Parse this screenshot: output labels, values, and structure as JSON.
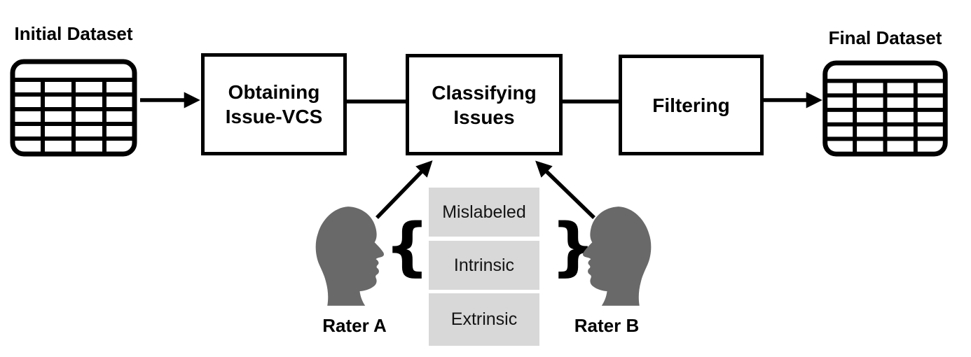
{
  "colors": {
    "line": "#000000",
    "head-gray": "#696969",
    "category-bg": "#d8d8d8",
    "background": "#ffffff"
  },
  "datasets": {
    "initial_label": "Initial Dataset",
    "final_label": "Final Dataset"
  },
  "steps": [
    {
      "lines": [
        "Obtaining",
        "Issue-VCS"
      ]
    },
    {
      "lines": [
        "Classifying",
        "Issues"
      ]
    },
    {
      "lines": [
        "Filtering"
      ]
    }
  ],
  "categories": [
    "Mislabeled",
    "Intrinsic",
    "Extrinsic"
  ],
  "raters": {
    "left_label": "Rater A",
    "right_label": "Rater B"
  },
  "braces": {
    "left": "{",
    "right": "}"
  },
  "icons": {
    "dataset": "table-icon",
    "rater": "person-head-silhouette-icon",
    "connector": "arrow-icon"
  }
}
